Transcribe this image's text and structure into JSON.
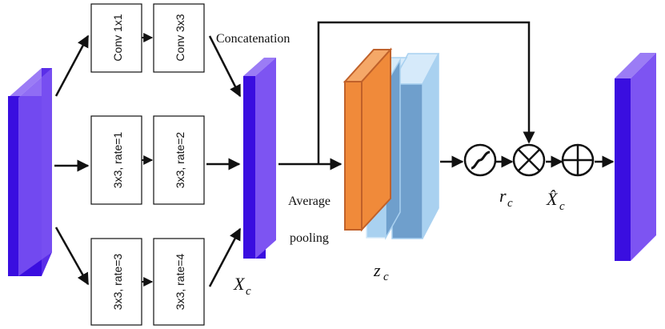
{
  "branches": [
    {
      "op1": "Conv 1x1",
      "op2": "Conv 3x3"
    },
    {
      "op1": "3x3, rate=1",
      "op2": "3x3, rate=2"
    },
    {
      "op1": "3x3, rate=3",
      "op2": "3x3, rate=4"
    }
  ],
  "labels": {
    "concatenation": "Concatenation",
    "average": "Average",
    "pooling": "pooling",
    "x_main": "X",
    "x_sub": "c",
    "z_main": "z",
    "z_sub": "c",
    "r_main": "r",
    "r_sub": "c",
    "xhat_main": "X̂",
    "xhat_sub": "c"
  },
  "colors": {
    "feature_front": "#3a0ee0",
    "feature_side": "#7d54f2",
    "feature_top": "#9b7cf5",
    "orange_front": "#f08a3a",
    "orange_side": "#f5a868",
    "orange_edge": "#c0612a",
    "blue_front": "#a9d1f0",
    "blue_back": "#6f9fcc",
    "blue_edge": "#d6eafa"
  },
  "icons": [
    "sigmoid-icon",
    "multiply-icon",
    "add-icon"
  ]
}
